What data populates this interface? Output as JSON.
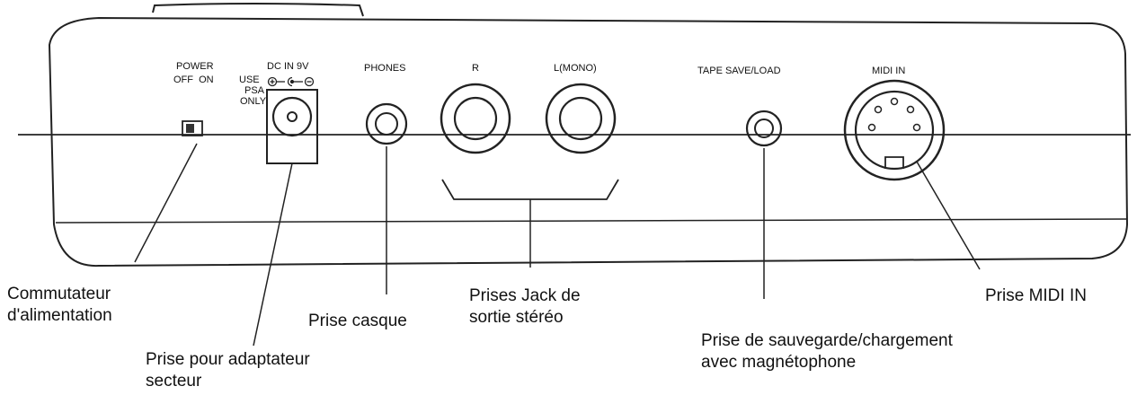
{
  "panel": {
    "power_label": "POWER",
    "off_on_label": "OFF  ON",
    "dc_in_label": "DC IN 9V",
    "use_psa_label": "USE",
    "psa_label": "PSA",
    "only_label": "ONLY",
    "phones_label": "PHONES",
    "r_label": "R",
    "l_mono_label": "L(MONO)",
    "tape_label": "TAPE SAVE/LOAD",
    "midi_in_label": "MIDI IN"
  },
  "callouts": {
    "power_switch": "Commutateur\nd'alimentation",
    "adapter_jack": "Prise pour adaptateur\nsecteur",
    "headphone_jack": "Prise casque",
    "stereo_out": "Prises Jack de\nsortie stéréo",
    "tape_jack": "Prise de sauvegarde/chargement\navec magnétophone",
    "midi_in": "Prise MIDI IN"
  }
}
